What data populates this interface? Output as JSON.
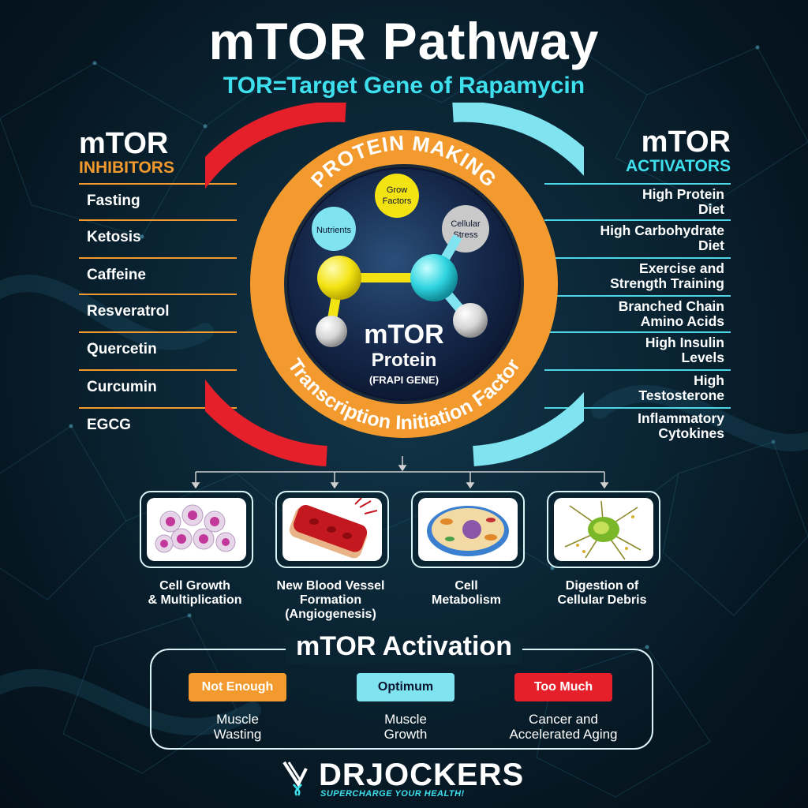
{
  "header": {
    "title": "mTOR Pathway",
    "subtitle": "TOR=Target Gene of Rapamycin"
  },
  "inhibitors": {
    "heading": "mTOR",
    "subheading": "INHIBITORS",
    "color": "#f29a2e",
    "items": [
      "Fasting",
      "Ketosis",
      "Caffeine",
      "Resveratrol",
      "Quercetin",
      "Curcumin",
      "EGCG"
    ]
  },
  "activators": {
    "heading": "mTOR",
    "subheading": "ACTIVATORS",
    "color": "#3fe0ee",
    "items": [
      "High Protein\nDiet",
      "High Carbohydrate\nDiet",
      "Exercise and\nStrength Training",
      "Branched Chain\nAmino Acids",
      "High Insulin\nLevels",
      "High\nTestosterone",
      "Inflammatory\nCytokines"
    ]
  },
  "center": {
    "ring_top_text": "PROTEIN MAKING",
    "ring_bottom_text": "Transcription Initiation Factor",
    "nodes": {
      "nutrients": "Nutrients",
      "grow_factors_line1": "Grow",
      "grow_factors_line2": "Factors",
      "cellular_stress_line1": "Cellular",
      "cellular_stress_line2": "Stress"
    },
    "protein_title": "mTOR",
    "protein_subtitle": "Protein",
    "protein_gene": "(FRAPI GENE)"
  },
  "outcomes": [
    {
      "icon": "cell-cluster-icon",
      "label": "Cell Growth\n& Multiplication"
    },
    {
      "icon": "blood-vessel-icon",
      "label": "New Blood Vessel\nFormation\n(Angiogenesis)"
    },
    {
      "icon": "cell-anatomy-icon",
      "label": "Cell\nMetabolism"
    },
    {
      "icon": "neuron-cell-icon",
      "label": "Digestion of\nCellular Debris"
    }
  ],
  "activation": {
    "title": "mTOR Activation",
    "levels": [
      {
        "label": "Not Enough",
        "result": "Muscle\nWasting",
        "color": "#f29a2e"
      },
      {
        "label": "Optimum",
        "result": "Muscle\nGrowth",
        "color": "#7fe3f0"
      },
      {
        "label": "Too Much",
        "result": "Cancer and\nAccelerated Aging",
        "color": "#e5202a"
      }
    ]
  },
  "brand": {
    "name": "DRJOCKERS",
    "tagline": "SUPERCHARGE YOUR HEALTH!"
  }
}
